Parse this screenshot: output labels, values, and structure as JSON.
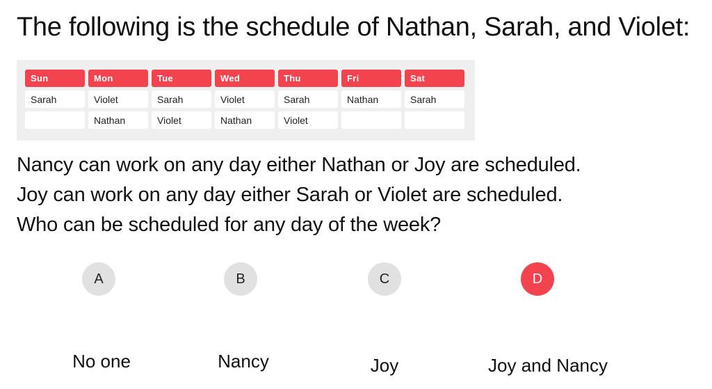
{
  "title": "The following is the schedule of Nathan, Sarah, and Violet:",
  "schedule": {
    "days": [
      "Sun",
      "Mon",
      "Tue",
      "Wed",
      "Thu",
      "Fri",
      "Sat"
    ],
    "rows": [
      [
        "Sarah",
        "Violet",
        "Sarah",
        "Violet",
        "Sarah",
        "Nathan",
        "Sarah"
      ],
      [
        "",
        "Nathan",
        "Violet",
        "Nathan",
        "Violet",
        "",
        ""
      ]
    ]
  },
  "question_lines": [
    "Nancy can work on any day either Nathan or Joy are scheduled.",
    "Joy can work on any day either Sarah or Violet are scheduled.",
    "Who can be scheduled for any day of the week?"
  ],
  "options": [
    {
      "letter": "A",
      "label": "No one",
      "selected": false
    },
    {
      "letter": "B",
      "label": "Nancy",
      "selected": false
    },
    {
      "letter": "C",
      "label": "Joy",
      "selected": false
    },
    {
      "letter": "D",
      "label": "Joy and Nancy",
      "selected": true
    }
  ],
  "colors": {
    "accent": "#f2434f",
    "circle": "#e1e1e1",
    "table_bg": "#efefef"
  }
}
